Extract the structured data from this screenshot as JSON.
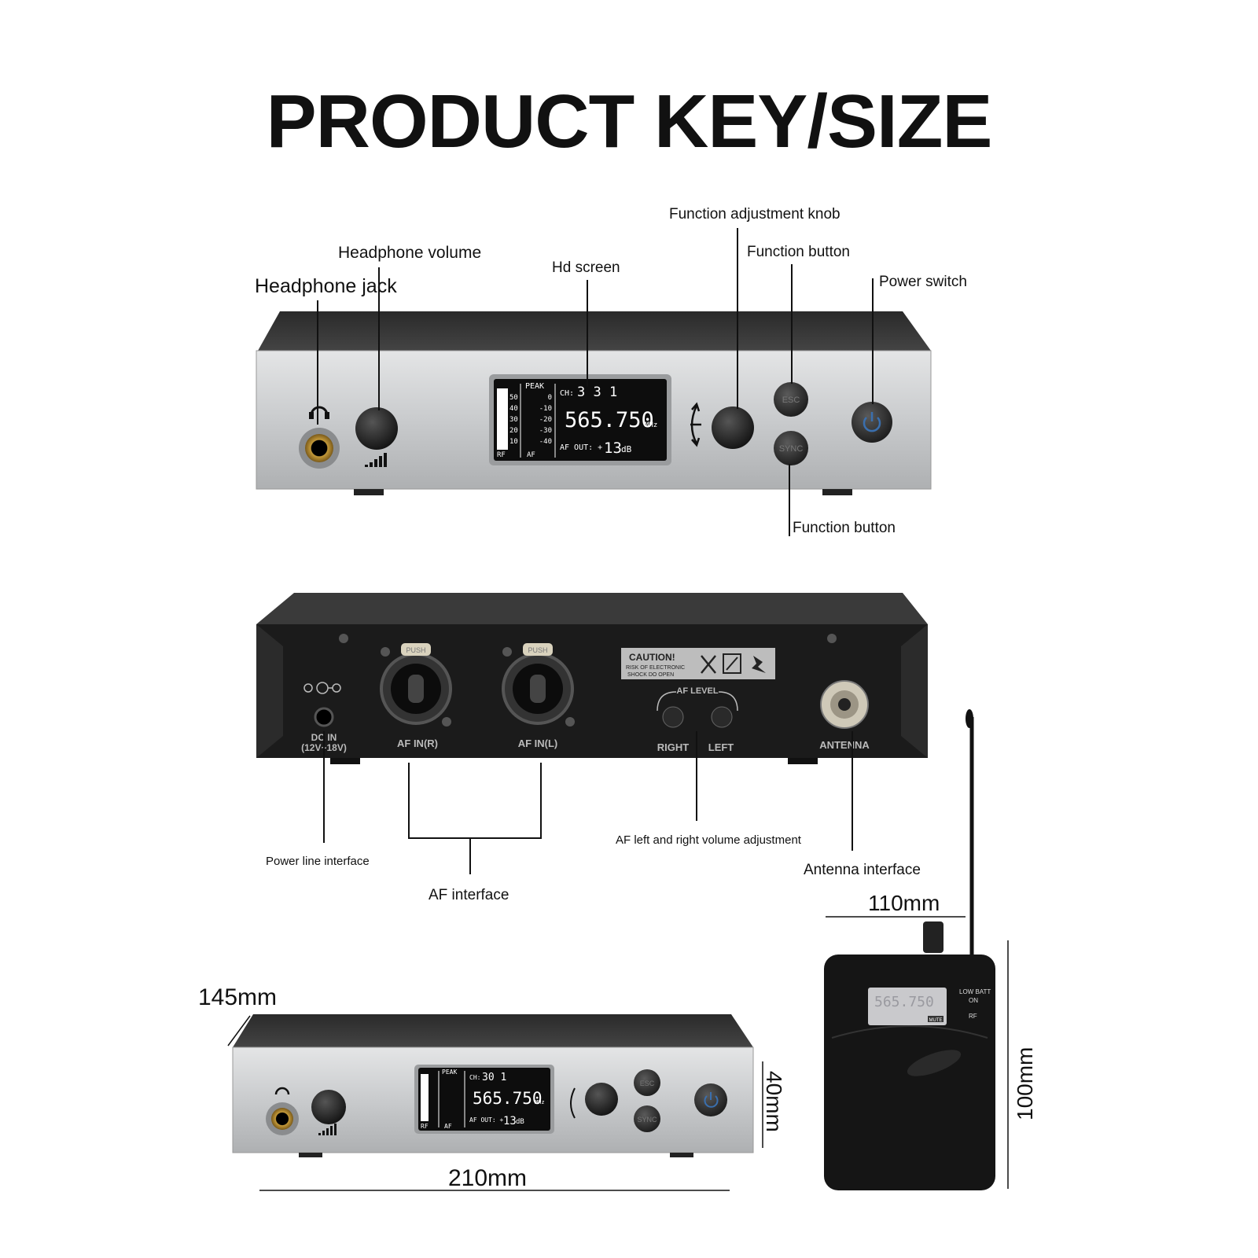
{
  "title": "PRODUCT KEY/SIZE",
  "front_labels": {
    "headphone_jack": "Headphone jack",
    "headphone_volume": "Headphone volume",
    "hd_screen": "Hd screen",
    "function_knob": "Function adjustment knob",
    "function_button_top": "Function button",
    "power_switch": "Power switch",
    "function_button_bottom": "Function button"
  },
  "rear_labels": {
    "power_line": "Power line interface",
    "af_interface": "AF interface",
    "af_volume": "AF left and right volume adjustment",
    "antenna_interface": "Antenna interface"
  },
  "lcd": {
    "peak": "PEAK",
    "ch_prefix": "CH:",
    "channel": "3 3 1",
    "freq": "565.750",
    "freq_unit": "MHz",
    "af_out": "AF OUT: +",
    "af_value": "13",
    "af_unit": "dB",
    "rf": "RF",
    "af": "AF",
    "scale_left": [
      "50",
      "40",
      "30",
      "20",
      "10"
    ],
    "scale_right": [
      "0",
      "-10",
      "-20",
      "-30",
      "-40"
    ]
  },
  "buttons": {
    "esc": "ESC",
    "sync": "SYNC"
  },
  "rear_panel": {
    "caution_title": "CAUTION!",
    "caution_line1": "RISK OF ELECTRONIC",
    "caution_line2": "SHOCK DO OPEN",
    "af_level": "AF LEVEL",
    "right": "RIGHT",
    "left": "LEFT",
    "antenna": "ANTENNA",
    "dc_in": "DC IN",
    "dc_range": "(12V~18V)",
    "af_in_r": "AF IN(R)",
    "af_in_l": "AF IN(L)",
    "push": "PUSH"
  },
  "small_lcd": {
    "channel": "30 1",
    "freq": "565.750",
    "af_value": "13"
  },
  "bodypack": {
    "display": "565.750",
    "low_batt": "LOW BATT",
    "on": "ON",
    "rf": "RF",
    "mute": "MUTE"
  },
  "dimensions": {
    "depth": "145mm",
    "width": "210mm",
    "height": "40mm",
    "pack_width": "110mm",
    "pack_height": "100mm"
  },
  "colors": {
    "panel_silver": "#c7c9cb",
    "body_black": "#1b1b1b",
    "lcd_bg": "#0d0d0d"
  }
}
